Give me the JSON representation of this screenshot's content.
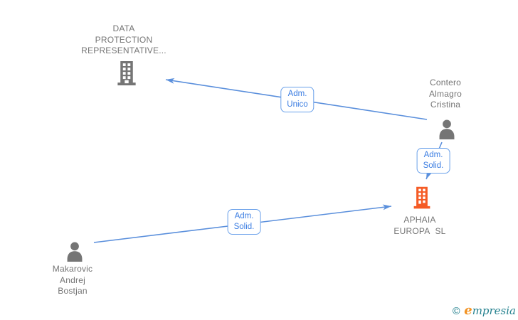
{
  "nodes": {
    "dpr": {
      "label": "DATA\nPROTECTION\nREPRESENTATIVE...",
      "type": "company",
      "icon": "building-icon",
      "icon_color": "#757575"
    },
    "contero": {
      "label": "Contero\nAlmagro\nCristina",
      "type": "person",
      "icon": "person-icon",
      "icon_color": "#757575"
    },
    "aphaia": {
      "label": "APHAIA\nEUROPA  SL",
      "type": "company",
      "icon": "building-icon",
      "icon_color": "#f55b25"
    },
    "makarovic": {
      "label": "Makarovic\nAndrej\nBostjan",
      "type": "person",
      "icon": "person-icon",
      "icon_color": "#757575"
    }
  },
  "edges": [
    {
      "label": "Adm.\nUnico",
      "from": "contero",
      "to": "dpr"
    },
    {
      "label": "Adm.\nSolid.",
      "from": "contero",
      "to": "aphaia"
    },
    {
      "label": "Adm.\nSolid.",
      "from": "makarovic",
      "to": "aphaia"
    }
  ],
  "watermark": {
    "symbol": "©",
    "brand_initial": "e",
    "brand_rest": "mpresia"
  },
  "colors": {
    "edge_blue": "#5a8fdc",
    "edge_label_blue": "#3b7de2",
    "node_gray": "#757575",
    "company_orange": "#f55b25",
    "brand_teal": "#23808e",
    "brand_orange": "#f29222"
  }
}
